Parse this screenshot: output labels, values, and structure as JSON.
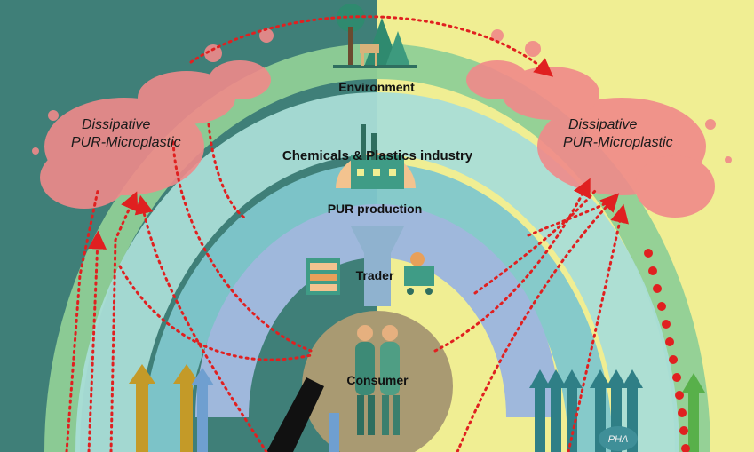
{
  "diagram": {
    "colors": {
      "left_background": "#3f7f78",
      "right_background": "#f0ee93",
      "environment_band": "#8fcf96",
      "industry_band": "#a9ddd6",
      "production_band": "#7fc7cc",
      "trader_band": "#9fb8dc",
      "consumer_circle": "#a99a72",
      "microplastic": "#f08a8a",
      "flow_arrow": "#e02020",
      "teal_arrows": "#2f7f86",
      "green_arrow": "#58b04a",
      "gold_arrows": "#c49a28",
      "blue_arrow": "#6f9fd0"
    },
    "labels": {
      "environment": "Environment",
      "industry": "Chemicals & Plastics industry",
      "production": "PUR production",
      "trader": "Trader",
      "consumer": "Consumer",
      "microplastic_left_line1": "Dissipative",
      "microplastic_left_line2": "PUR-Microplastic",
      "microplastic_right_line1": "Dissipative",
      "microplastic_right_line2": "PUR-Microplastic",
      "pha": "PHA"
    }
  }
}
